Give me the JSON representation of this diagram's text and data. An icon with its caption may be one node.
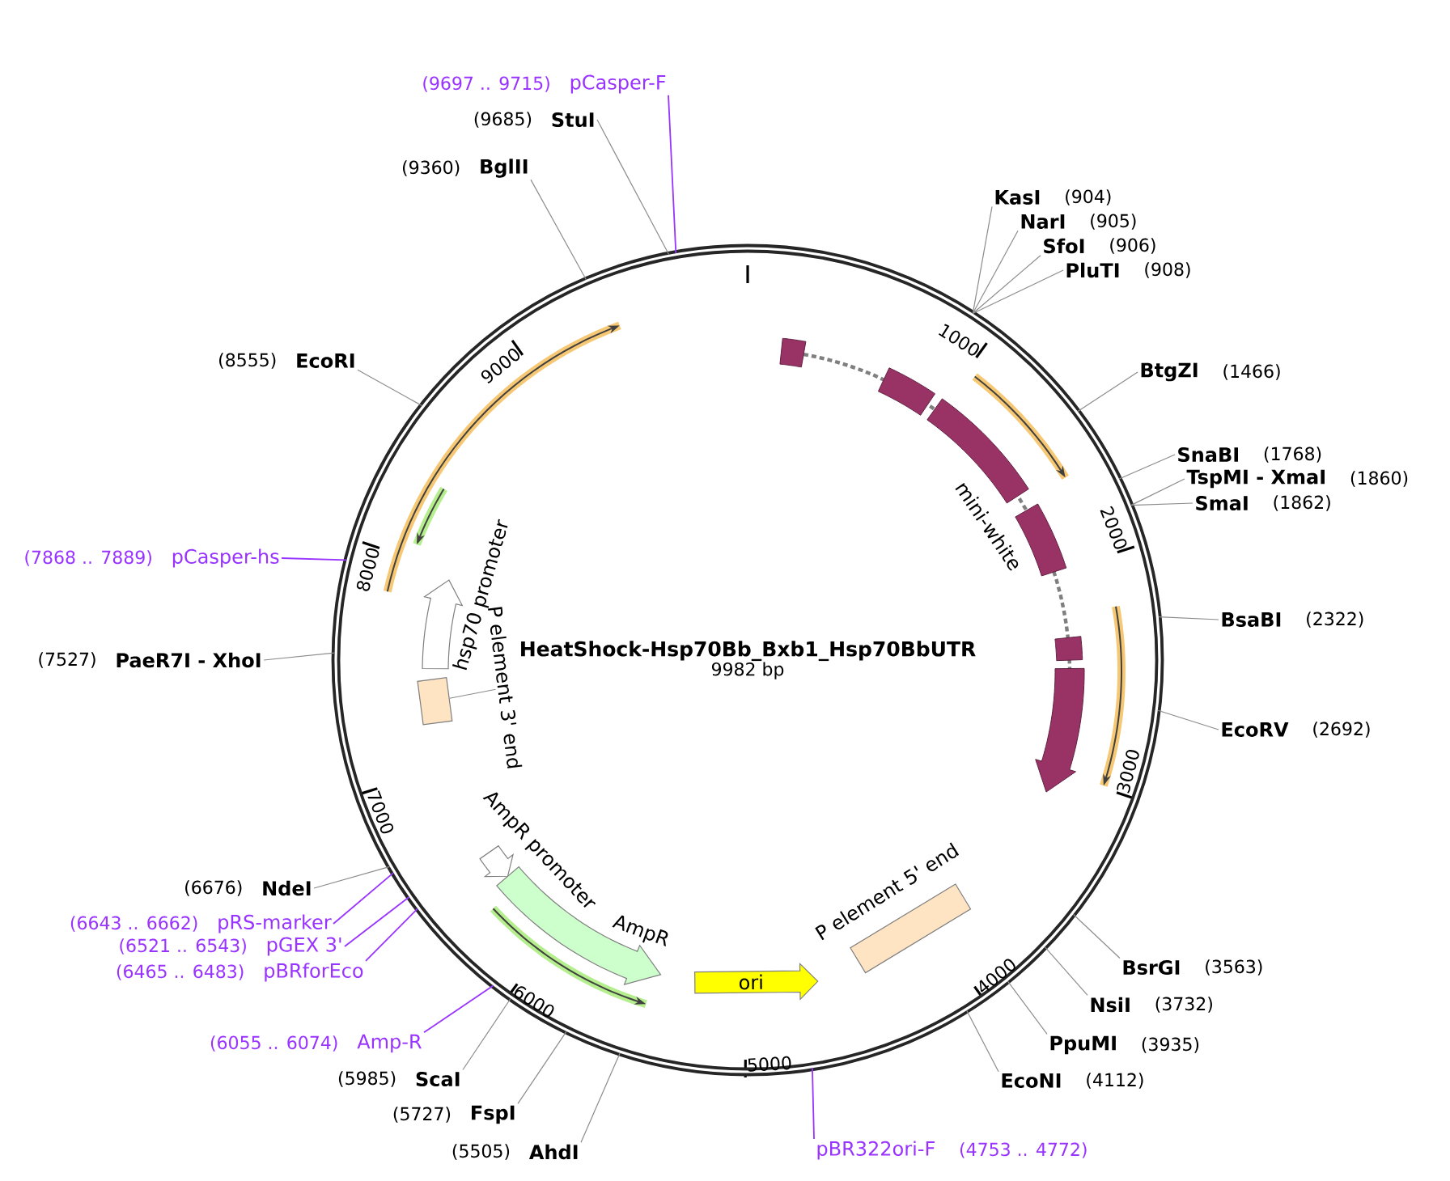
{
  "diagram": {
    "nodes": [
      {
        "text": [
          "HeatShock-Hsp70Bb_Bxb1_Hsp70BbUTR",
          "9982 bp"
        ]
      },
      {
        "text": [
          "pCasper-F"
        ],
        "beside": [
          "(9697 .. 9715)"
        ]
      },
      {
        "text": [
          "StuI"
        ],
        "beside": [
          "(9685)"
        ]
      },
      {
        "text": [
          "BglII"
        ],
        "beside": [
          "(9360)"
        ]
      },
      {
        "text": [
          "KasI"
        ],
        "beside": [
          "(904)"
        ]
      },
      {
        "text": [
          "NarI"
        ],
        "beside": [
          "(905)"
        ]
      },
      {
        "text": [
          "SfoI"
        ],
        "beside": [
          "(906)"
        ]
      },
      {
        "text": [
          "PluTI"
        ],
        "beside": [
          "(908)"
        ]
      },
      {
        "text": [
          "EcoRI"
        ],
        "beside": [
          "(8555)"
        ]
      },
      {
        "text": [
          "BtgZI"
        ],
        "beside": [
          "(1466)"
        ]
      },
      {
        "text": [
          "SnaBI"
        ],
        "beside": [
          "(1768)"
        ]
      },
      {
        "text": [
          "TspMI - XmaI"
        ],
        "beside": [
          "(1860)"
        ]
      },
      {
        "text": [
          "SmaI"
        ],
        "beside": [
          "(1862)"
        ]
      },
      {
        "text": [
          "pCasper-hs"
        ],
        "beside": [
          "(7868 .. 7889)"
        ]
      },
      {
        "text": [
          "BsaBI"
        ],
        "beside": [
          "(2322)"
        ]
      },
      {
        "text": [
          "PaeR7I - XhoI"
        ],
        "beside": [
          "(7527)"
        ]
      },
      {
        "text": [
          "P element 3' end"
        ],
        "in": 0
      },
      {
        "text": [],
        "shape": "box",
        "in": 0
      },
      {
        "text": [
          "EcoRV"
        ],
        "beside": [
          "(2692)"
        ]
      },
      {
        "text": [
          "NdeI"
        ],
        "beside": [
          "(6676)"
        ]
      },
      {
        "text": [
          "pRS-marker"
        ],
        "beside": [
          "(6643 .. 6662)"
        ]
      },
      {
        "text": [
          "pGEX 3'"
        ],
        "beside": [
          "(6521 .. 6543)"
        ]
      },
      {
        "text": [
          "pBRforEco"
        ],
        "beside": [
          "(6465 .. 6483)"
        ]
      },
      {
        "text": [
          "BsrGI"
        ],
        "beside": [
          "(3563)"
        ]
      },
      {
        "text": [
          "ori"
        ],
        "in": 0
      },
      {
        "text": [
          "NsiI"
        ],
        "beside": [
          "(3732)"
        ]
      },
      {
        "text": [
          "Amp-R"
        ],
        "beside": [
          "(6055 .. 6074)"
        ]
      },
      {
        "text": [
          "PpuMI"
        ],
        "beside": [
          "(3935)"
        ]
      },
      {
        "text": [
          "ScaI"
        ],
        "beside": [
          "(5985)"
        ]
      },
      {
        "text": [
          "EcoNI"
        ],
        "beside": [
          "(4112)"
        ]
      },
      {
        "text": [
          "FspI"
        ],
        "beside": [
          "(5727)"
        ]
      },
      {
        "text": [
          "AhdI"
        ],
        "beside": [
          "(5505)"
        ]
      },
      {
        "text": [
          "pBR322ori-F"
        ],
        "beside": [
          "(4753 .. 4772)"
        ]
      },
      {
        "text": [],
        "shape": "box",
        "in": 0,
        "beside": [
          "P element 5' end"
        ]
      }
    ],
    "edges": [
      {
        "from": 1,
        "to": 0,
        "arrow": "none",
        "color": "#9933ff"
      },
      {
        "from": 2,
        "to": 0,
        "arrow": "none"
      },
      {
        "from": 3,
        "to": 0,
        "arrow": "none"
      },
      {
        "from": 4,
        "to": 0,
        "arrow": "none"
      },
      {
        "from": 5,
        "to": 0,
        "arrow": "none"
      },
      {
        "from": 6,
        "to": 0,
        "arrow": "none"
      },
      {
        "from": 7,
        "to": 0,
        "arrow": "none"
      },
      {
        "from": 8,
        "to": 0,
        "arrow": "none"
      },
      {
        "from": 9,
        "to": 0,
        "arrow": "none"
      },
      {
        "from": 10,
        "to": 0,
        "arrow": "none"
      },
      {
        "from": 11,
        "to": 0,
        "arrow": "none"
      },
      {
        "from": 12,
        "to": 0,
        "arrow": "none"
      },
      {
        "from": 13,
        "to": 0,
        "arrow": "none",
        "color": "#9933ff"
      },
      {
        "from": 14,
        "to": 0,
        "arrow": "none"
      },
      {
        "from": 15,
        "to": 0,
        "arrow": "none"
      },
      {
        "from": 16,
        "to": 17,
        "arrow": "none"
      },
      {
        "from": 18,
        "to": 0,
        "arrow": "none"
      },
      {
        "from": 19,
        "to": 0,
        "arrow": "none"
      },
      {
        "from": 20,
        "to": 0,
        "arrow": "none",
        "color": "#9933ff"
      },
      {
        "from": 21,
        "to": 0,
        "arrow": "none",
        "color": "#9933ff"
      },
      {
        "from": 22,
        "to": 0,
        "arrow": "none",
        "color": "#9933ff"
      },
      {
        "from": 23,
        "to": 0,
        "arrow": "none"
      },
      {
        "from": 25,
        "to": 0,
        "arrow": "none"
      },
      {
        "from": 26,
        "to": 0,
        "arrow": "none",
        "color": "#9933ff"
      },
      {
        "from": 27,
        "to": 0,
        "arrow": "none"
      },
      {
        "from": 28,
        "to": 0,
        "arrow": "none"
      },
      {
        "from": 29,
        "to": 0,
        "arrow": "none"
      },
      {
        "from": 30,
        "to": 0,
        "arrow": "none"
      },
      {
        "from": 31,
        "to": 0,
        "arrow": "none"
      },
      {
        "from": 32,
        "to": 0,
        "arrow": "none",
        "color": "#9933ff"
      }
    ],
    "labels": [
      "1000",
      "mini-white",
      "2000",
      "9000",
      "8000",
      "hsp70 promoter",
      "3000",
      "7000",
      "AmpR promoter",
      "AmpR",
      "4000",
      "6000",
      "5000"
    ]
  }
}
